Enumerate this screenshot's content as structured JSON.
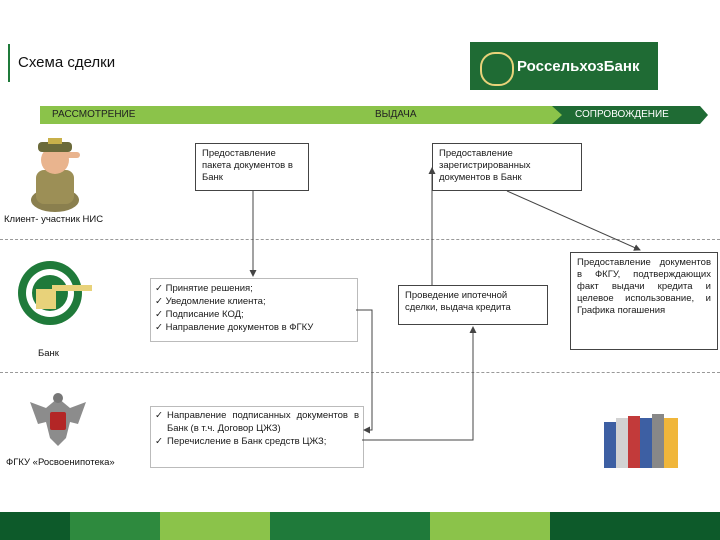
{
  "header": {
    "title": "Схема сделки",
    "bank_name": "РоссельхозБанк"
  },
  "phases": [
    {
      "label": "РАССМОТРЕНИЕ"
    },
    {
      "label": "ВЫДАЧА"
    },
    {
      "label": "СОПРОВОЖДЕНИЕ"
    }
  ],
  "lanes": {
    "client": "Клиент- участник НИС",
    "bank": "Банк",
    "fgku": "ФГКУ «Росвоенипотека»"
  },
  "boxes": {
    "package": "Предоставление пакета документов в Банк",
    "registered": "Предоставление зарегистрированных документов в Банк",
    "mortgage": "Проведение ипотечной сделки, выдача кредита",
    "fgku_docs": "Предоставление документов в ФКГУ, подтверждающих факт выдачи кредита и целевое использование, и Графика погашения"
  },
  "bank_steps": [
    "Принятие решения;",
    "Уведомление клиента;",
    "Подписание КОД;",
    "Направление документов в ФГКУ"
  ],
  "fgku_steps": [
    "Направление подписанных документов в Банк (в т.ч. Договор ЦЖЗ)",
    "Перечисление в Банк средств ЦЖЗ;"
  ],
  "colors": {
    "primary_green": "#1f7a3a",
    "light_green": "#8bc34a",
    "dark_green": "#0d5a2a",
    "gold": "#e8d27a"
  },
  "icons": {
    "client": "soldier-figure",
    "bank": "rshb-logo",
    "fgku": "eagle-emblem",
    "files": "binders-icon"
  }
}
